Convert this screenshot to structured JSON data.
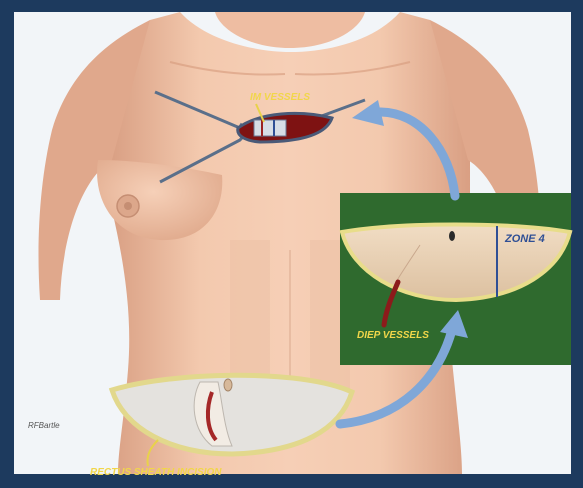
{
  "labels": {
    "im_vessels": "IM VESSELS",
    "zone": "ZONE 4",
    "diep": "DIEP VESSELS",
    "rectus": "RECTUS SHEATH INCISION",
    "signature": "RFBartle"
  },
  "colors": {
    "background": "#1d3a5e",
    "panel": "#f2f5f8",
    "skin": "#f0c3a8",
    "skin_shadow": "#d9a186",
    "drape": "#2f6a2e",
    "flap": "#ead1b4",
    "flap_border": "#e8dd8a",
    "label": "#f1d64a",
    "zone_label": "#2f4f95",
    "arrow": "#7fa7d8",
    "vessel": "#8c1b1b"
  },
  "icons": [
    "curved-arrow-icon",
    "curved-arrow-icon"
  ]
}
